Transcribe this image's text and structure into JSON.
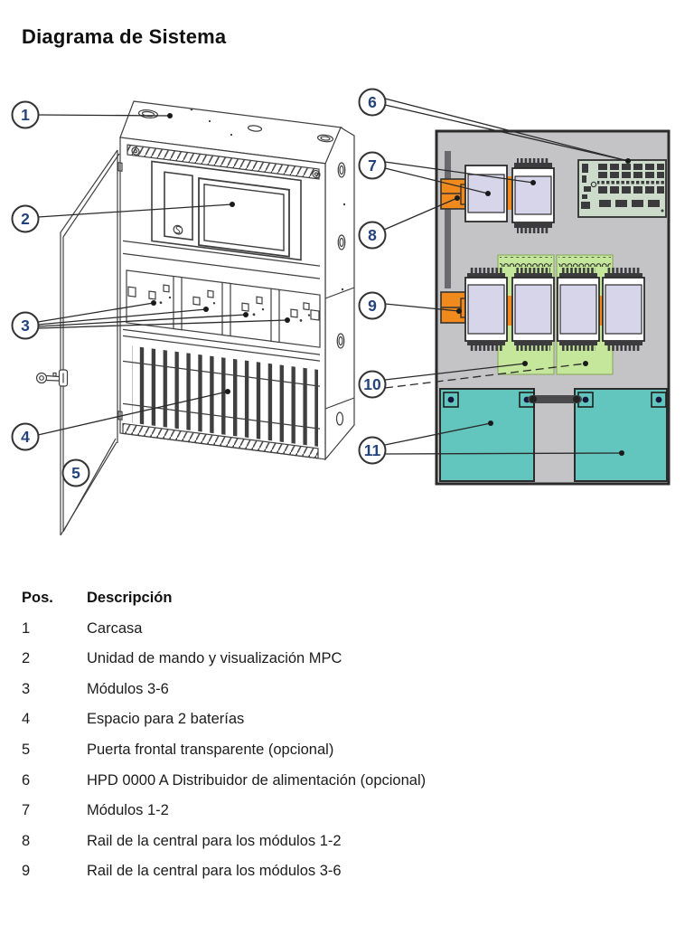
{
  "title": "Diagrama de Sistema",
  "figure": {
    "description": "Vista de la carcasa (izquierda) y disposicion interior de la central (derecha)",
    "callouts": [
      {
        "label": "1"
      },
      {
        "label": "2"
      },
      {
        "label": "3"
      },
      {
        "label": "4"
      },
      {
        "label": "5"
      },
      {
        "label": "6"
      },
      {
        "label": "7"
      },
      {
        "label": "8"
      },
      {
        "label": "9"
      },
      {
        "label": "10"
      },
      {
        "label": "11"
      }
    ],
    "colors": {
      "line_art": "#3f3f3f",
      "panel_background": "#c4c4c7",
      "rail_gray": "#6a6a6e",
      "bracket_orange": "#f18a1d",
      "module_lavender": "#d7d5e9",
      "hpd_board_green": "#ccdbca",
      "pcb_green": "#c5e79b",
      "battery_teal": "#62c6bf",
      "callout_number": "#24437c"
    }
  },
  "legend": {
    "header": {
      "pos": "Pos.",
      "desc": "Descripción"
    },
    "rows": [
      {
        "pos": "1",
        "desc": "Carcasa"
      },
      {
        "pos": "2",
        "desc": "Unidad de mando y visualización MPC"
      },
      {
        "pos": "3",
        "desc": "Módulos 3-6"
      },
      {
        "pos": "4",
        "desc": "Espacio para 2 baterías"
      },
      {
        "pos": "5",
        "desc": "Puerta frontal transparente (opcional)"
      },
      {
        "pos": "6",
        "desc": "HPD 0000 A Distribuidor de alimentación (opcional)"
      },
      {
        "pos": "7",
        "desc": "Módulos 1-2"
      },
      {
        "pos": "8",
        "desc": "Rail de la central para los módulos 1-2"
      },
      {
        "pos": "9",
        "desc": "Rail de la central para los módulos 3-6"
      }
    ]
  }
}
